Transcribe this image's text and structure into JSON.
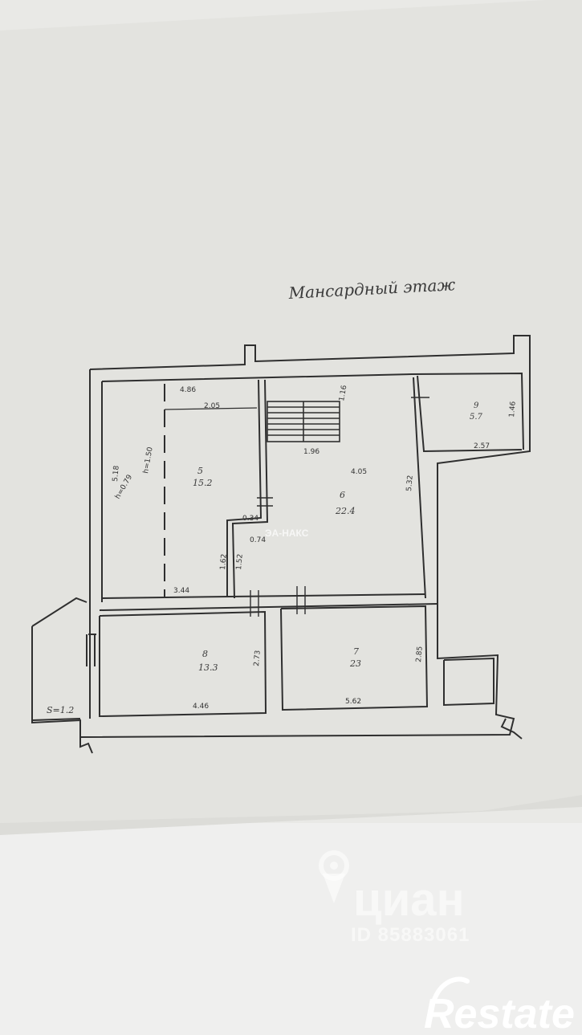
{
  "document": {
    "floor_title": "Мансардный этаж"
  },
  "rooms": {
    "r5": {
      "number": "5",
      "area": "15.2"
    },
    "r6": {
      "number": "6",
      "area": "22.4"
    },
    "r7": {
      "number": "7",
      "area": "23"
    },
    "r8": {
      "number": "8",
      "area": "13.3"
    },
    "r9": {
      "number": "9",
      "area": "5.7"
    }
  },
  "dimensions": {
    "d_top_left": "4.86",
    "d_inner_top": "2.05",
    "d_stair_right": "1.16",
    "d_stair_bottom": "1.96",
    "d_room6_top": "4.05",
    "d_room6_right": "5.32",
    "d_left_vertical": "5.18",
    "d_h1": "h=1.50",
    "d_h2": "h=0.79",
    "d_step1": "0.34",
    "d_step2": "0.74",
    "d_v1": "1.62",
    "d_v2": "1.52",
    "d_room5_bottom": "3.44",
    "d_room9_right": "1.46",
    "d_room9_bottom": "2.57",
    "d_room8_right": "2.73",
    "d_room8_bottom": "4.46",
    "d_room7_right": "2.85",
    "d_room7_bottom": "5.62",
    "d_balcony": "S=1.2"
  },
  "watermarks": {
    "agency": "ЭА-НАКС",
    "cian_brand": "циан",
    "cian_id": "ID 85883061",
    "restate": "Restate"
  },
  "colors": {
    "paper": "#e4e4e0",
    "line": "#2f2f2f",
    "background": "#ececea"
  }
}
